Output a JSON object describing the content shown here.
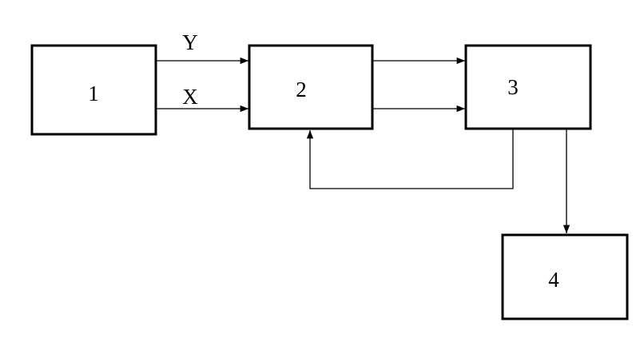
{
  "blocks": [
    {
      "id": "1",
      "label": "1"
    },
    {
      "id": "2",
      "label": "2"
    },
    {
      "id": "3",
      "label": "3"
    },
    {
      "id": "4",
      "label": "4"
    }
  ],
  "signals": {
    "y": "Y",
    "x": "X"
  },
  "connections": [
    {
      "from": "1",
      "to": "2",
      "label": "Y"
    },
    {
      "from": "1",
      "to": "2",
      "label": "X"
    },
    {
      "from": "2",
      "to": "3",
      "label": ""
    },
    {
      "from": "2",
      "to": "3",
      "label": ""
    },
    {
      "from": "3",
      "to": "2",
      "label": "",
      "kind": "feedback"
    },
    {
      "from": "3",
      "to": "4",
      "label": ""
    }
  ],
  "colors": {
    "stroke": "#000000",
    "background": "#ffffff"
  }
}
